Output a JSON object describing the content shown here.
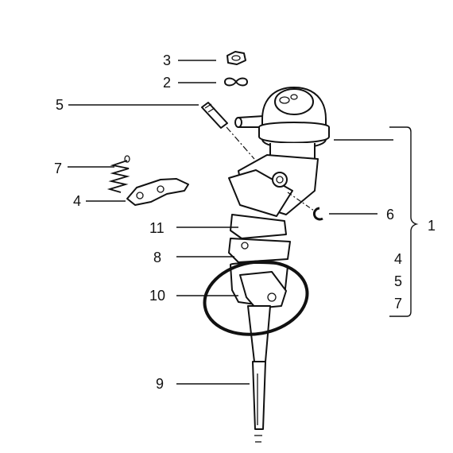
{
  "callouts": {
    "c1": "1",
    "c2": "2",
    "c3": "3",
    "c4_left": "4",
    "c4_right": "4",
    "c5_left": "5",
    "c5_right": "5",
    "c6": "6",
    "c7_left": "7",
    "c7_right": "7",
    "c8": "8",
    "c9": "9",
    "c10": "10",
    "c11": "11"
  }
}
